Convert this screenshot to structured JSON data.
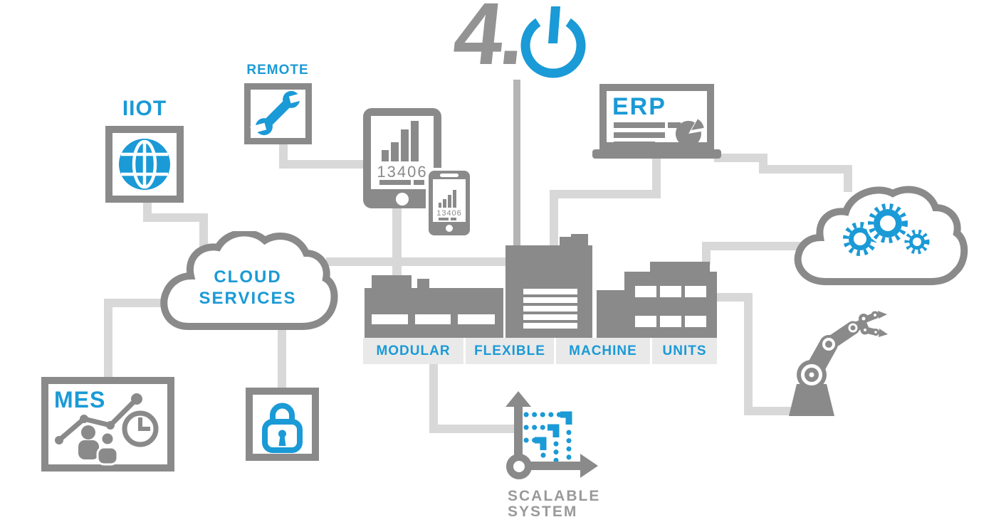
{
  "colors": {
    "blue": "#1a9ad6",
    "gray": "#8a8a8a",
    "gray_light": "#9a9a9a",
    "line": "#d8d8d8",
    "line_dark": "#b5b5b5",
    "strip_bg": "#e9e9e9",
    "white": "#ffffff"
  },
  "logo": {
    "numeral": "4.",
    "icon": "power-icon"
  },
  "iiot": {
    "label": "IIOT",
    "icon": "globe-icon"
  },
  "remote": {
    "label": "REMOTE",
    "icon": "wrench-icon"
  },
  "devices": {
    "tablet_value": "13406",
    "phone_value": "13406",
    "icon": "bar-chart-icon"
  },
  "erp": {
    "label": "ERP",
    "icon": "pie-chart-icon"
  },
  "cloud_services": {
    "line1": "CLOUD",
    "line2": "SERVICES",
    "icon": "cloud-icon"
  },
  "automation_cloud": {
    "icon": "cloud-gears-icon"
  },
  "security": {
    "icon": "lock-icon"
  },
  "mes": {
    "label": "MES",
    "icon": "analytics-clock-icon"
  },
  "factory": {
    "labels": [
      "MODULAR",
      "FLEXIBLE",
      "MACHINE",
      "UNITS"
    ],
    "icon": "factory-icon"
  },
  "scalable": {
    "line1": "SCALABLE",
    "line2": "SYSTEM",
    "icon": "axes-icon"
  },
  "robot": {
    "icon": "robot-arm-icon"
  }
}
